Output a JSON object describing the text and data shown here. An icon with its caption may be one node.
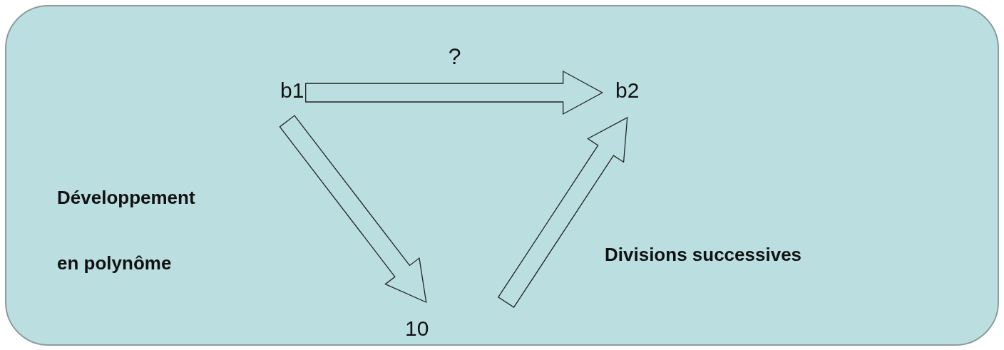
{
  "diagram": {
    "nodes": [
      {
        "text": [
          "b1"
        ]
      },
      {
        "text": [
          "b2"
        ]
      },
      {
        "text": [
          "10"
        ]
      }
    ],
    "edges": [
      {
        "from": 0,
        "to": 1,
        "arrow": "to",
        "label": "?"
      },
      {
        "from": 0,
        "to": 2,
        "arrow": "to"
      },
      {
        "from": 2,
        "to": 1,
        "arrow": "to"
      }
    ],
    "labels": [
      "Développement",
      "en polynôme",
      "Divisions successives"
    ]
  }
}
